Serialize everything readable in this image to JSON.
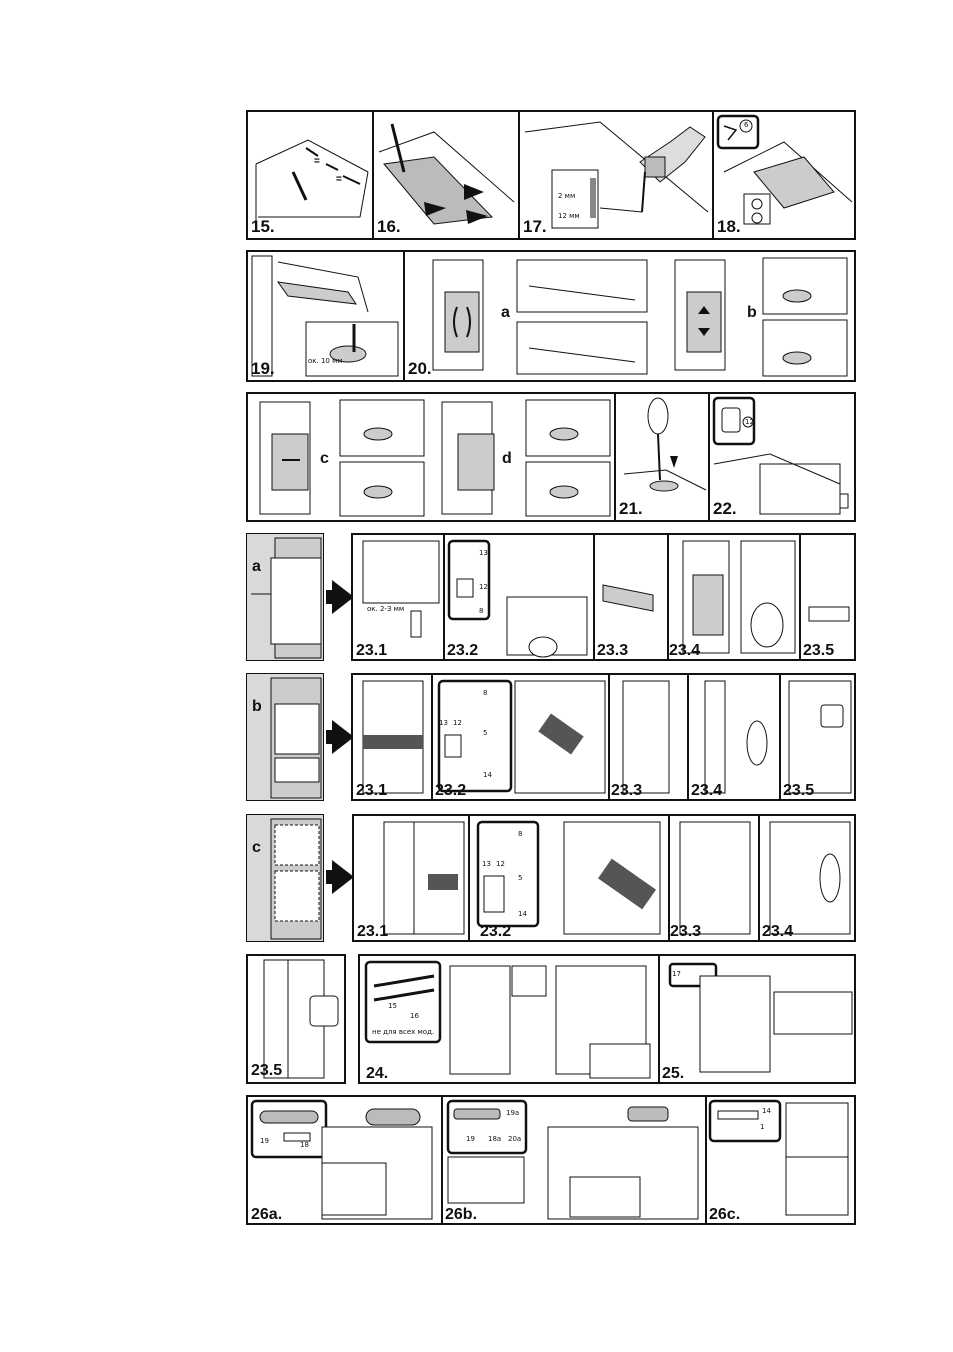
{
  "row1": {
    "labels": [
      "15.",
      "16.",
      "17.",
      "18."
    ],
    "dim_top": "2 мм",
    "dim_bottom": "12 мм",
    "badge": "6"
  },
  "row2": {
    "labels": [
      "19.",
      "20."
    ],
    "letters": [
      "a",
      "b"
    ],
    "dim": "ок. 10 мм"
  },
  "row3": {
    "labels": [
      "21.",
      "22."
    ],
    "letters": [
      "c",
      "d"
    ],
    "badge": "12"
  },
  "row4": {
    "letter": "a",
    "labels": [
      "23.1",
      "23.2",
      "23.3",
      "23.4",
      "23.5"
    ],
    "dim": "ок. 2-3 мм",
    "badges": [
      "13",
      "12",
      "8"
    ]
  },
  "row5": {
    "letter": "b",
    "labels": [
      "23.1",
      "23.2",
      "23.3",
      "23.4",
      "23.5"
    ],
    "badges": [
      "8",
      "13",
      "12",
      "5",
      "14"
    ]
  },
  "row6": {
    "letter": "c",
    "labels": [
      "23.1",
      "23.2",
      "23.3",
      "23.4"
    ],
    "badges": [
      "8",
      "13",
      "12",
      "5",
      "14"
    ]
  },
  "row7": {
    "labels": [
      "23.5",
      "24.",
      "25."
    ],
    "note": "не для всех мод.",
    "badges": [
      "15",
      "16",
      "17"
    ]
  },
  "row8": {
    "labels": [
      "26a.",
      "26b.",
      "26c."
    ],
    "badges_a": [
      "19",
      "18"
    ],
    "badges_b": [
      "19a",
      "19",
      "18a",
      "20a"
    ],
    "badges_c": [
      "14",
      "1"
    ]
  }
}
